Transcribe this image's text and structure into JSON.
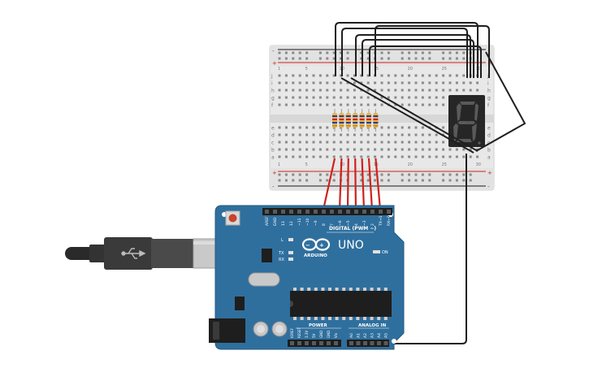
{
  "breadboard": {
    "plus_left": "+",
    "minus_left": "-",
    "plus_right": "+",
    "minus_right": "-",
    "row_letters_top": [
      "j",
      "i",
      "h",
      "g",
      "f"
    ],
    "row_letters_bottom": [
      "e",
      "d",
      "c",
      "b",
      "a"
    ],
    "column_numbers": [
      "1",
      "5",
      "10",
      "15",
      "20",
      "25",
      "30"
    ]
  },
  "arduino": {
    "logo": "UNO",
    "brand": "ARDUINO",
    "digital_header": "DIGITAL (PWM ~)",
    "power_header": "POWER",
    "analog_header": "ANALOG IN",
    "on_label": "ON",
    "l_label": "L",
    "tx_label": "TX",
    "rx_label": "RX",
    "digital_pins": [
      "AREF",
      "GND",
      "13",
      "12",
      "~11",
      "~10",
      "~9",
      "8",
      "7",
      "~6",
      "~5",
      "4",
      "~3",
      "2",
      "TX→1",
      "RX←0"
    ],
    "power_pins": [
      "IOREF",
      "RESET",
      "3.3V",
      "5V",
      "GND",
      "GND",
      "Vin"
    ],
    "analog_pins": [
      "A0",
      "A1",
      "A2",
      "A3",
      "A4",
      "A5"
    ]
  },
  "seven_segment": {
    "digit": "8"
  },
  "colors": {
    "board_blue": "#2f6f9e",
    "wire_red": "#d0211c",
    "wire_black": "#1a1a1a",
    "breadboard": "#e9e9e9"
  },
  "icons": [
    "usb-cable-icon",
    "reset-button-icon",
    "power-jack-icon",
    "capacitor-icon"
  ]
}
